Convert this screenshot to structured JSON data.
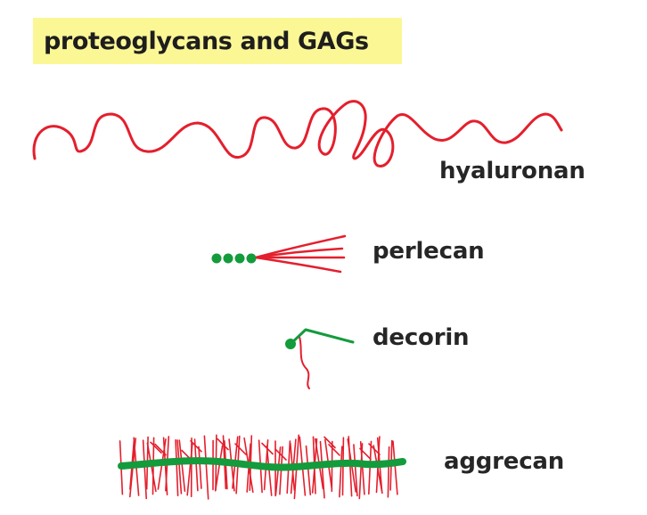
{
  "title": "proteoglycans and GAGs",
  "molecules": {
    "hyaluronan": {
      "label": "hyaluronan"
    },
    "perlecan": {
      "label": "perlecan"
    },
    "decorin": {
      "label": "decorin"
    },
    "aggrecan": {
      "label": "aggrecan"
    }
  },
  "colors": {
    "gag_chain": "#e41f2d",
    "core_protein": "#139b3c",
    "title_highlight": "#fbf795",
    "text": "#262626"
  }
}
